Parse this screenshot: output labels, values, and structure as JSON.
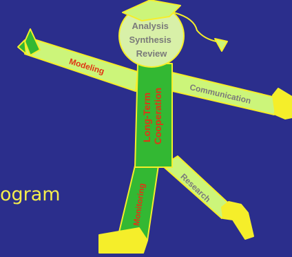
{
  "head": {
    "lines": [
      "Analysis",
      "Synthesis",
      "Review"
    ]
  },
  "arms": {
    "left_label": "Modeling",
    "right_label": "Communication"
  },
  "torso": {
    "lines": [
      "Long-Term",
      "Cooperation"
    ]
  },
  "legs": {
    "left_label": "Monitoring",
    "right_label": "Research"
  },
  "background_text": "ogram",
  "colors": {
    "background": "#2b2e8c",
    "limb_fill": "#ccf57a",
    "limb_dark_fill": "#33b833",
    "outline": "#f5ee2a",
    "head_fill": "#d8f0a8",
    "label_red": "#e03515",
    "label_grey": "#7a7a7a",
    "hat_fill": "#ccf57a"
  }
}
